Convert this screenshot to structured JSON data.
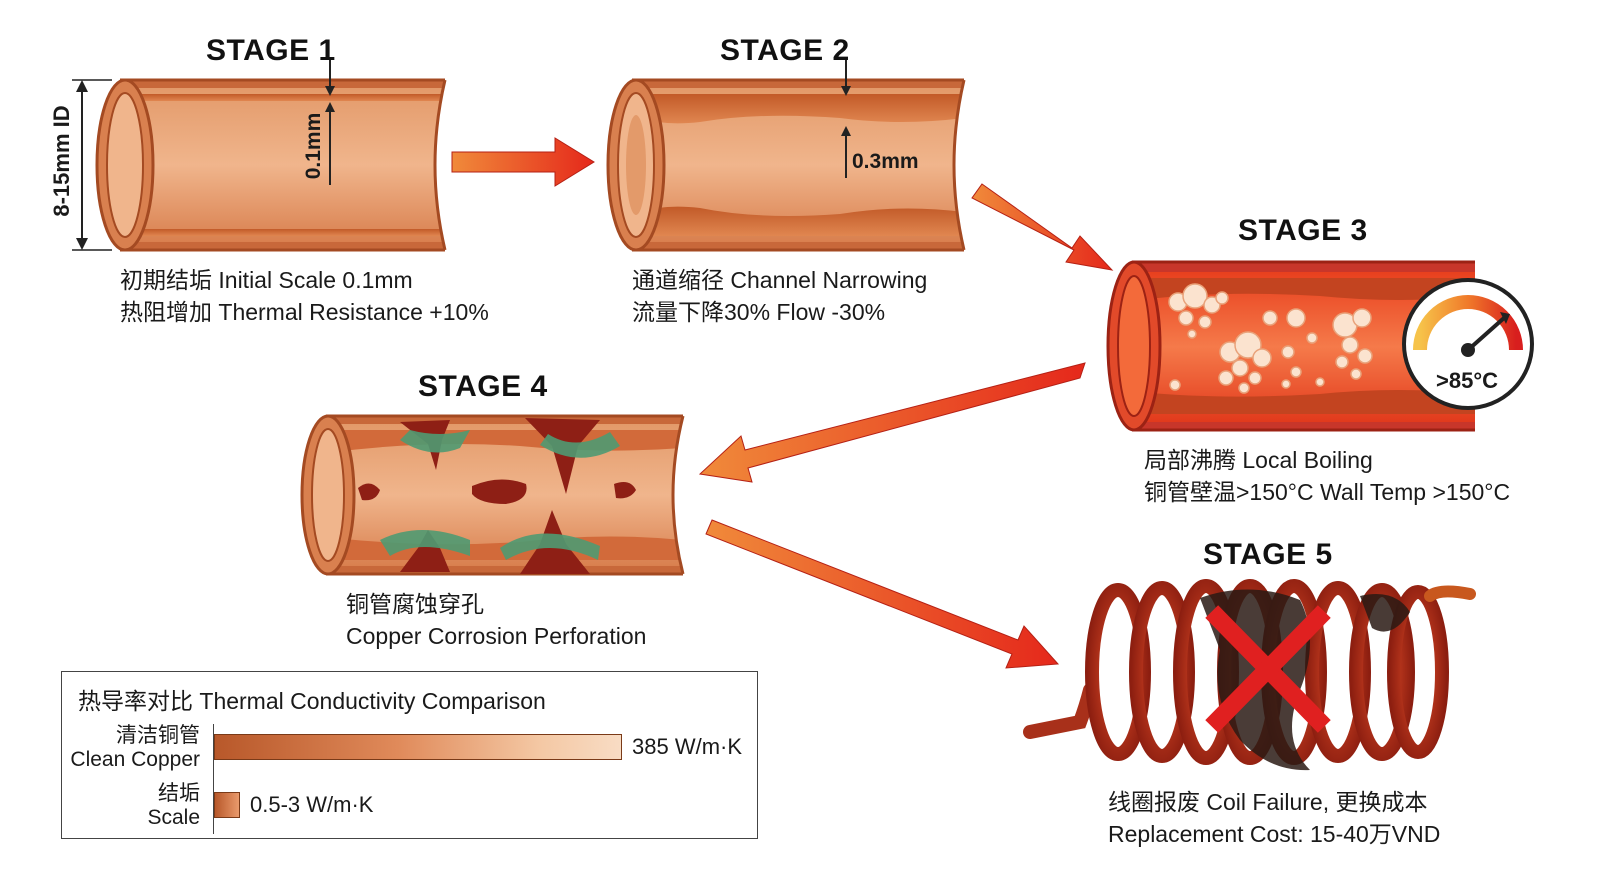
{
  "stages": [
    {
      "id": "stage1",
      "title": "STAGE 1",
      "caption": [
        "初期结垢 Initial Scale 0.1mm",
        "热阻增加 Thermal Resistance +10%"
      ]
    },
    {
      "id": "stage2",
      "title": "STAGE 2",
      "caption": [
        "通道缩径 Channel Narrowing",
        "流量下降30% Flow -30%"
      ]
    },
    {
      "id": "stage3",
      "title": "STAGE 3",
      "caption": [
        "局部沸腾 Local Boiling",
        "铜管壁温>150°C Wall Temp >150°C"
      ]
    },
    {
      "id": "stage4",
      "title": "STAGE 4",
      "caption": [
        "铜管腐蚀穿孔",
        "Copper Corrosion Perforation"
      ]
    },
    {
      "id": "stage5",
      "title": "STAGE 5",
      "caption": [
        "线圈报废 Coil Failure, 更换成本",
        "Replacement Cost: 15-40万VND"
      ]
    }
  ],
  "annotations": {
    "diameter": "8-15mm ID",
    "scale_stage1": "0.1mm",
    "scale_stage2": "0.3mm",
    "temperature": ">85°C"
  },
  "comparison": {
    "title": "热导率对比 Thermal Conductivity Comparison",
    "rows": [
      {
        "label_cn": "清洁铜管",
        "label_en": "Clean Copper",
        "value": 385,
        "value_label": "385 W/m·K"
      },
      {
        "label_cn": "结垢",
        "label_en": "Scale",
        "value": 3,
        "value_label": "0.5-3 W/m·K"
      }
    ]
  },
  "colors": {
    "copper": "#d9804f",
    "copper_dark": "#a44a22",
    "scale": "#c96a3a",
    "arrow": "#e8351f",
    "arrow_light": "#f07a3a",
    "corrosion_red": "#8e1f15",
    "corrosion_green": "#4f9a72",
    "failure_x": "#e02020"
  }
}
